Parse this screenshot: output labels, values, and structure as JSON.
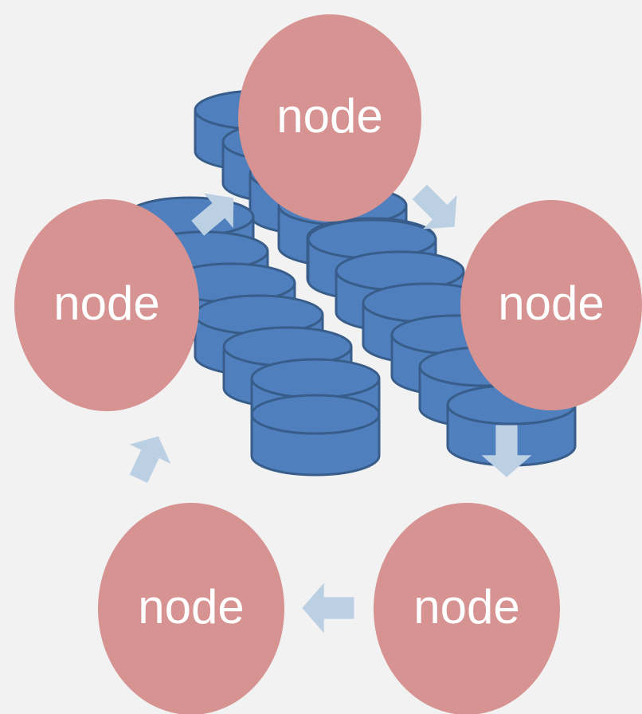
{
  "colors": {
    "background": "#f2f2f2",
    "node_fill": "#d69391",
    "node_text": "#ffffff",
    "disk_fill": "#4f80bd",
    "disk_stroke": "#385d8a",
    "arrow_fill": "#bcd0e4"
  },
  "icons": {
    "disk": "database-cylinder-icon",
    "arrow": "flow-arrow-icon"
  },
  "nodes": [
    {
      "label": "node"
    },
    {
      "label": "node"
    },
    {
      "label": "node"
    },
    {
      "label": "node"
    },
    {
      "label": "node"
    }
  ]
}
